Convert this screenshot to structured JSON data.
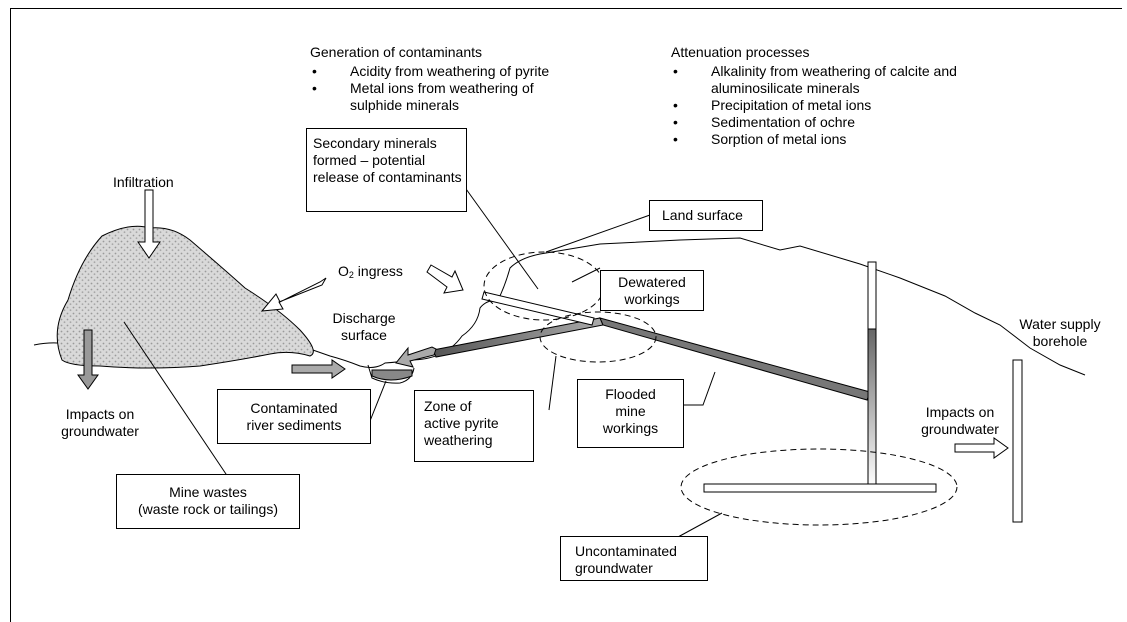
{
  "generation": {
    "heading": "Generation of contaminants",
    "items": [
      "Acidity from weathering of pyrite",
      "Metal ions from weathering of",
      "sulphide minerals"
    ]
  },
  "attenuation": {
    "heading": "Attenuation processes",
    "items": [
      "Alkalinity from weathering of calcite and",
      "aluminosilicate minerals",
      "Precipitation of metal ions",
      "Sedimentation of ochre",
      "Sorption of metal ions"
    ]
  },
  "secondary_minerals": [
    "Secondary minerals",
    "formed – potential",
    "release of contaminants"
  ],
  "land_surface": "Land surface",
  "infiltration": "Infiltration",
  "o2_ingress": {
    "o": "O",
    "sub": "2",
    "rest": " ingress"
  },
  "dewatered": [
    "Dewatered",
    "workings"
  ],
  "discharge_surface": [
    "Discharge",
    "surface"
  ],
  "water_supply": [
    "Water supply",
    "borehole"
  ],
  "impacts_left": [
    "Impacts on",
    "groundwater"
  ],
  "impacts_right": [
    "Impacts on",
    "groundwater"
  ],
  "contaminated_sediments": [
    "Contaminated",
    "river sediments"
  ],
  "active_pyrite": [
    "Zone of",
    "active pyrite",
    "weathering"
  ],
  "flooded": [
    "Flooded",
    "mine",
    "workings"
  ],
  "mine_wastes": [
    "Mine wastes",
    "(waste rock or tailings)"
  ],
  "uncontaminated": [
    "Uncontaminated",
    "groundwater"
  ]
}
